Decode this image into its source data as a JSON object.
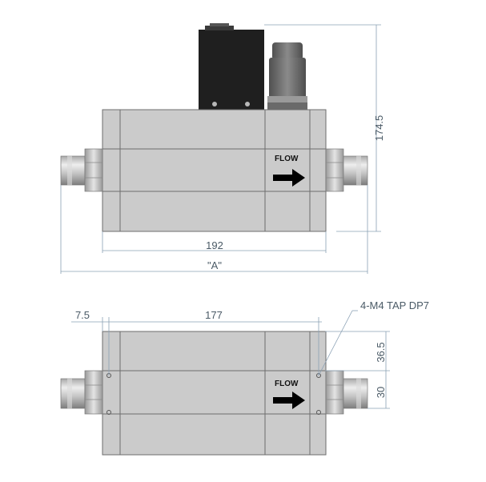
{
  "top_view": {
    "flow_label": "FLOW",
    "dim_height": "174.5",
    "dim_body_length": "192",
    "dim_overall": "\"A\""
  },
  "bottom_view": {
    "flow_label": "FLOW",
    "dim_offset": "7.5",
    "dim_hole_spacing": "177",
    "tap_note": "4-M4 TAP DP7",
    "dim_upper": "36.5",
    "dim_lower": "30"
  },
  "colors": {
    "body": "#cbcbcb",
    "body_edge": "#6e6e6e",
    "electronics": "#1f1f1f",
    "connector": "#6c6c6c",
    "dimension": "#8aa0b4"
  }
}
